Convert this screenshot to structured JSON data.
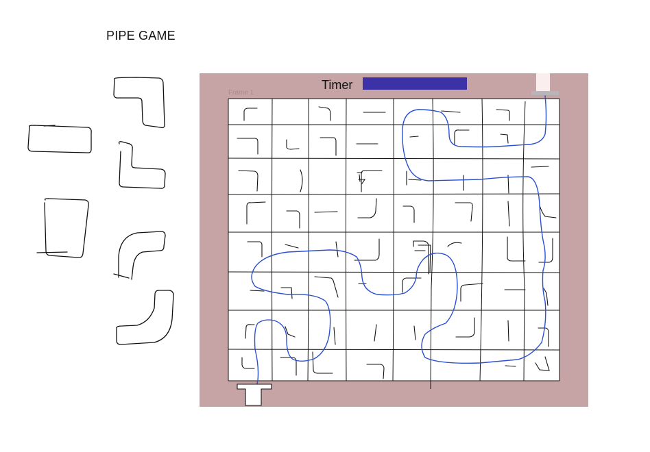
{
  "title": "PIPE GAME",
  "timer": {
    "label": "Timer",
    "bar_color": "#3d31a8"
  },
  "frame_label": "Frame 1",
  "board": {
    "background": "#c6a3a5",
    "grid_rows": 8,
    "grid_cols": 8
  },
  "path_color": "#2a4fd0",
  "palette_pieces": [
    "corner",
    "straight-horizontal",
    "corner",
    "straight-vertical",
    "corner",
    "corner"
  ]
}
